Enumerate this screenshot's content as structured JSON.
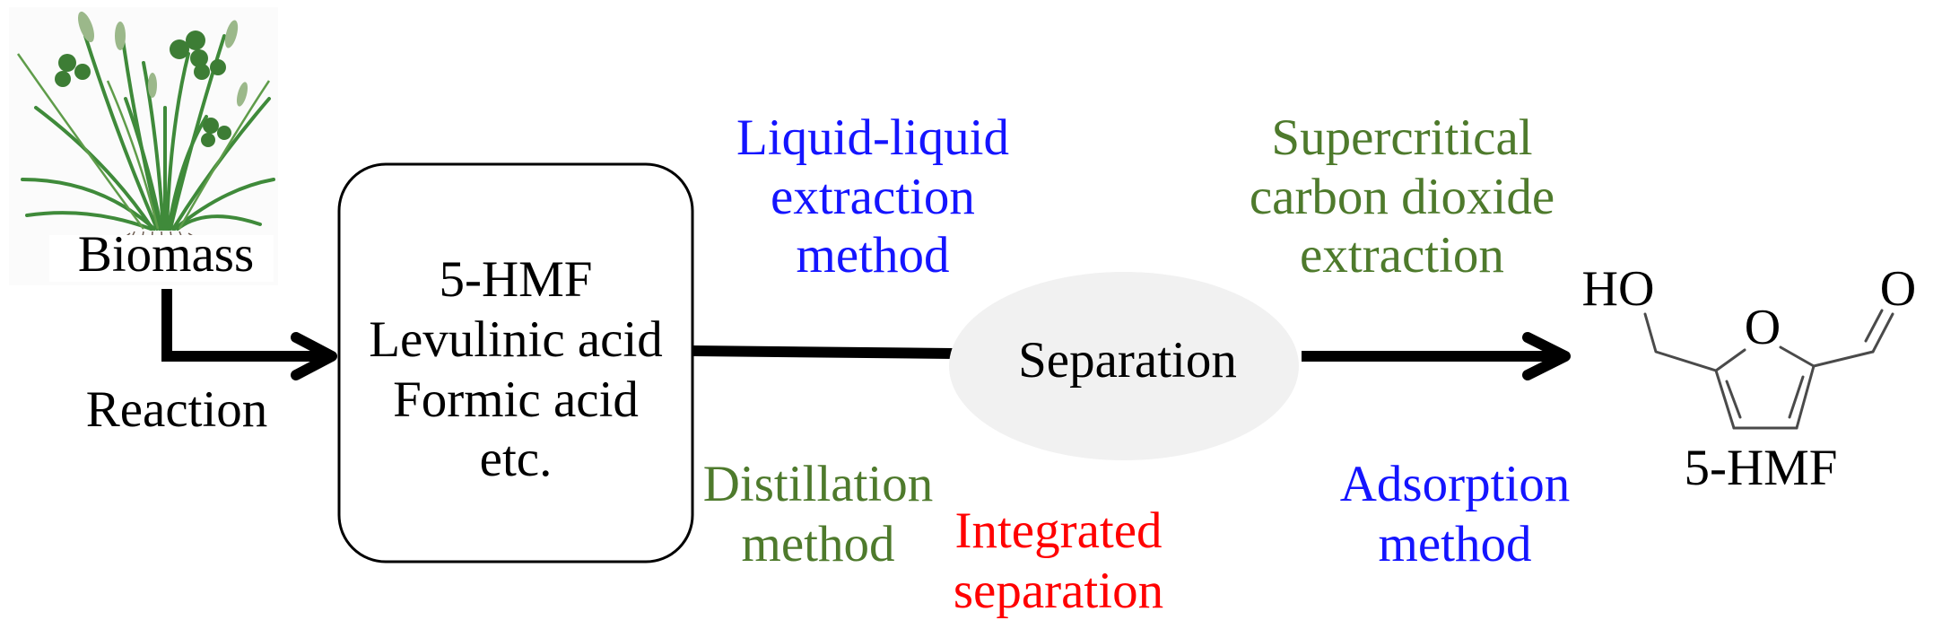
{
  "figure": {
    "source": {
      "label": "Biomass",
      "icon": "grass-plant-illustration"
    },
    "reaction_label": "Reaction",
    "product_box": {
      "lines": [
        "5-HMF",
        "Levulinic acid",
        "Formic acid",
        "etc."
      ]
    },
    "separation_node": {
      "label": "Separation",
      "fill": "#f1f1f1"
    },
    "methods": [
      {
        "id": "liquid-liquid",
        "lines": [
          "Liquid-liquid",
          "extraction",
          "method"
        ],
        "color": "#1414ff"
      },
      {
        "id": "supercritical-co2",
        "lines": [
          "Supercritical",
          "carbon dioxide",
          "extraction"
        ],
        "color": "#4e7a2c"
      },
      {
        "id": "distillation",
        "lines": [
          "Distillation",
          "method"
        ],
        "color": "#4e7a2c"
      },
      {
        "id": "integrated",
        "lines": [
          "Integrated",
          "separation"
        ],
        "color": "#ff0000"
      },
      {
        "id": "adsorption",
        "lines": [
          "Adsorption",
          "method"
        ],
        "color": "#1414ff"
      }
    ],
    "target": {
      "structure_labels": {
        "hydroxyl": "HO",
        "ring_oxygen": "O",
        "carbonyl_oxygen": "O"
      },
      "name": "5-HMF"
    }
  }
}
